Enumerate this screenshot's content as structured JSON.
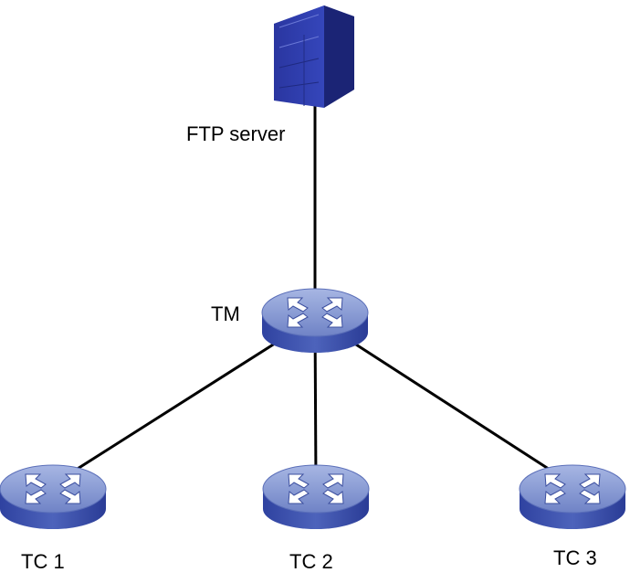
{
  "nodes": {
    "server": {
      "label": "FTP server",
      "icon": "server-icon"
    },
    "tm": {
      "label": "TM",
      "icon": "switch-icon"
    },
    "tc1": {
      "label": "TC 1",
      "icon": "switch-icon"
    },
    "tc2": {
      "label": "TC 2",
      "icon": "switch-icon"
    },
    "tc3": {
      "label": "TC 3",
      "icon": "switch-icon"
    }
  },
  "links": [
    {
      "from": "server",
      "to": "tm"
    },
    {
      "from": "tm",
      "to": "tc1"
    },
    {
      "from": "tm",
      "to": "tc2"
    },
    {
      "from": "tm",
      "to": "tc3"
    }
  ],
  "colors": {
    "link": "#000000",
    "switch_top": "#7f93cf",
    "switch_side": "#3a4fa8",
    "server_front": "#2c3aa6",
    "server_side": "#1a2270",
    "server_top": "#5a66c8"
  }
}
